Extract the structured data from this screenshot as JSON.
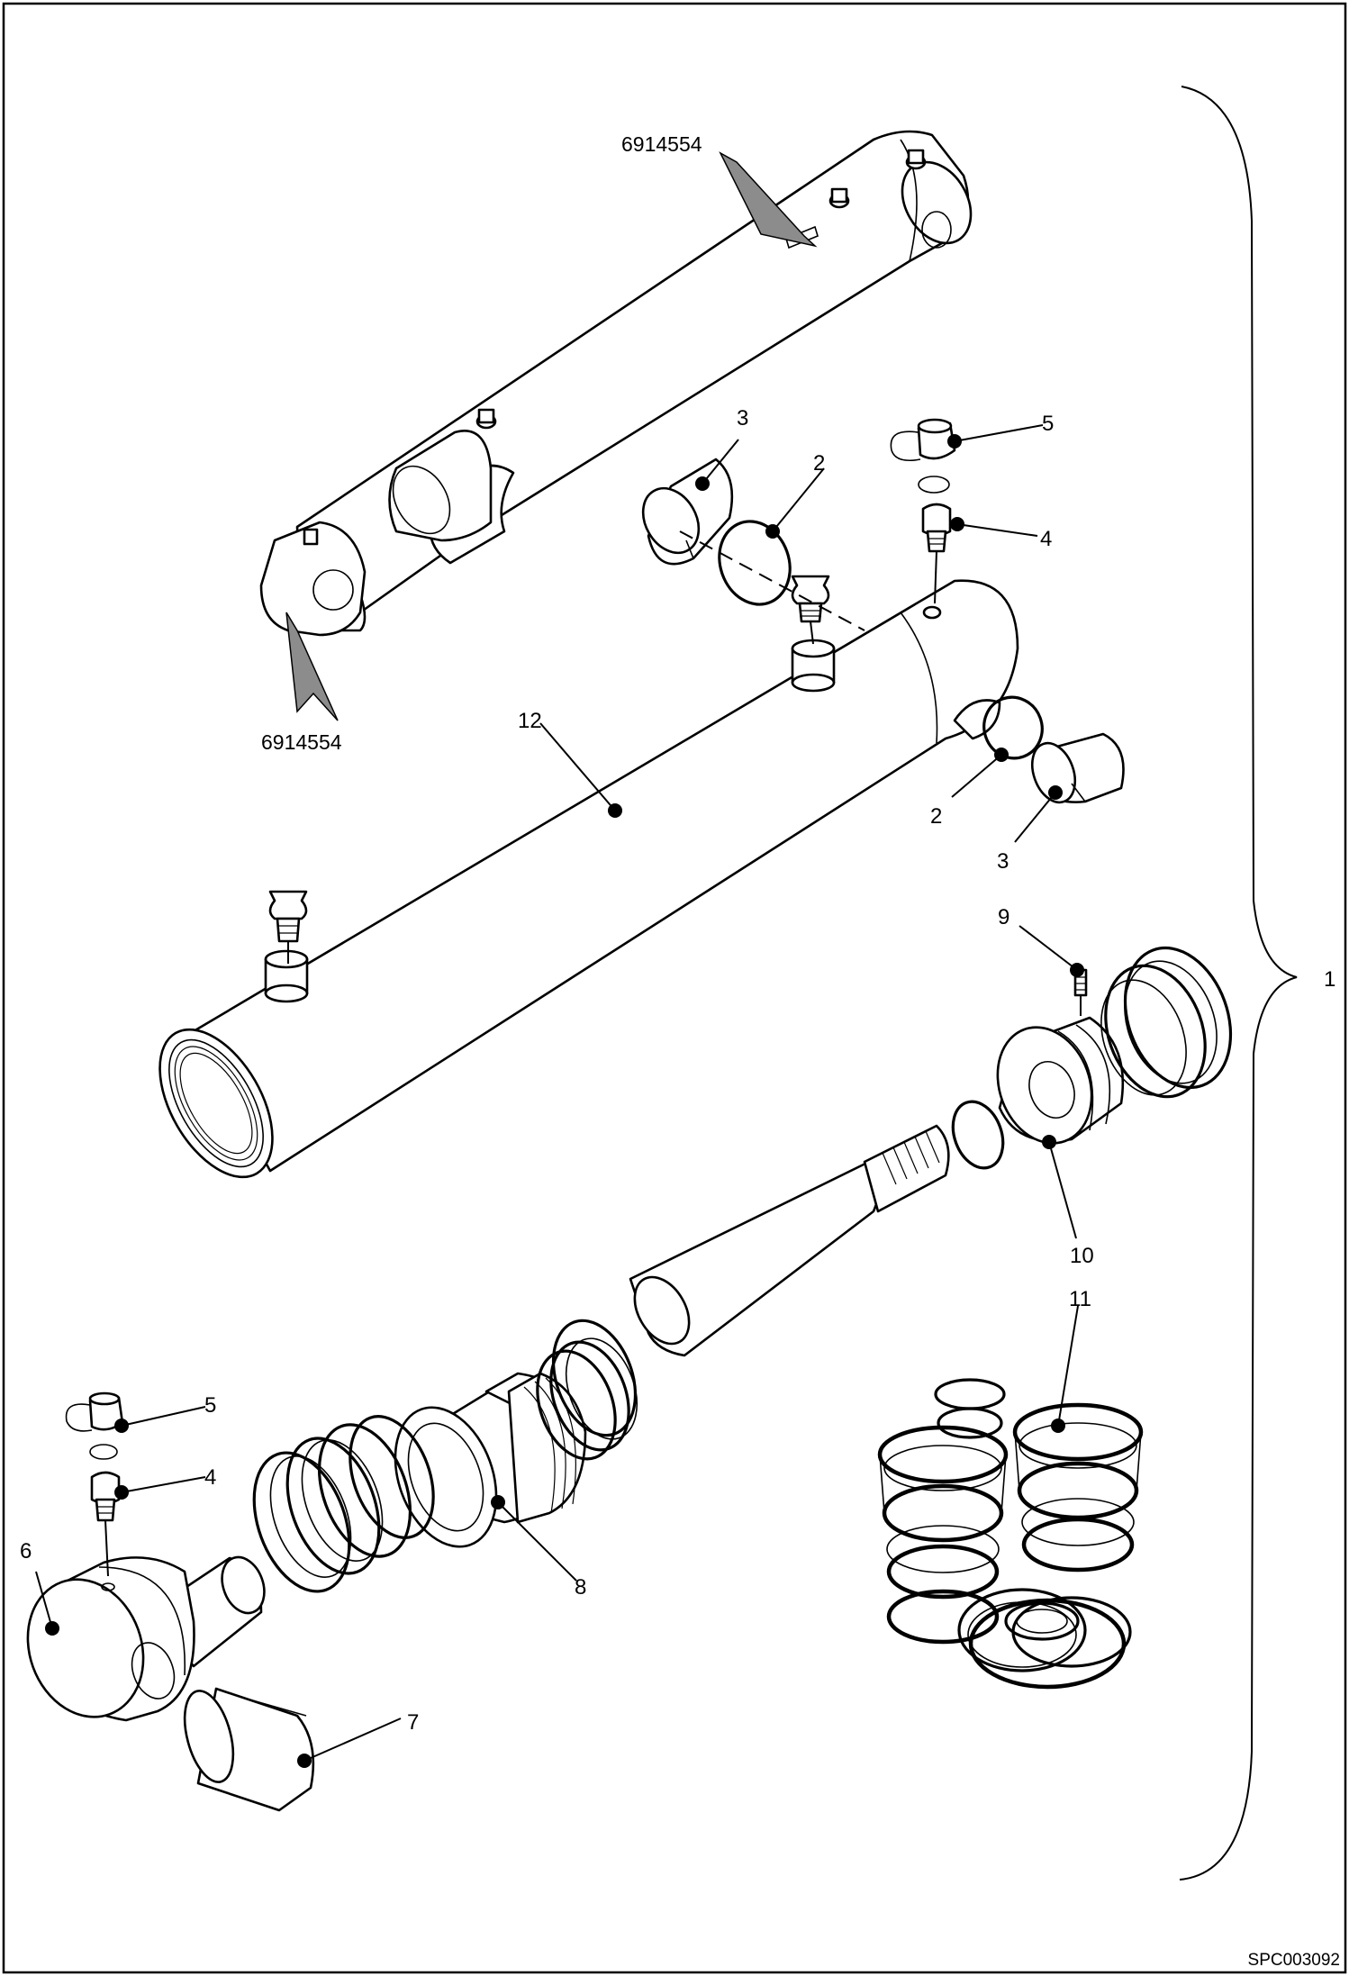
{
  "drawing_reference": "SPC003092",
  "part_number_labels": [
    "6914554",
    "6914554"
  ],
  "assembly_callout": "1",
  "callouts": [
    {
      "id": "cylinder-tube",
      "label": "12"
    },
    {
      "id": "bushing-top",
      "label": "3"
    },
    {
      "id": "oring-top",
      "label": "2"
    },
    {
      "id": "oring-right",
      "label": "2"
    },
    {
      "id": "bushing-right",
      "label": "3"
    },
    {
      "id": "grease-cap-top",
      "label": "5"
    },
    {
      "id": "grease-nipple-top",
      "label": "4"
    },
    {
      "id": "set-screw",
      "label": "9"
    },
    {
      "id": "piston",
      "label": "10"
    },
    {
      "id": "piston-seal-kit",
      "label": "11"
    },
    {
      "id": "cylinder-head",
      "label": "8"
    },
    {
      "id": "grease-cap-bottom",
      "label": "5"
    },
    {
      "id": "grease-nipple-bottom",
      "label": "4"
    },
    {
      "id": "rod-eye",
      "label": "6"
    },
    {
      "id": "rod-eye-bushing",
      "label": "7"
    }
  ]
}
